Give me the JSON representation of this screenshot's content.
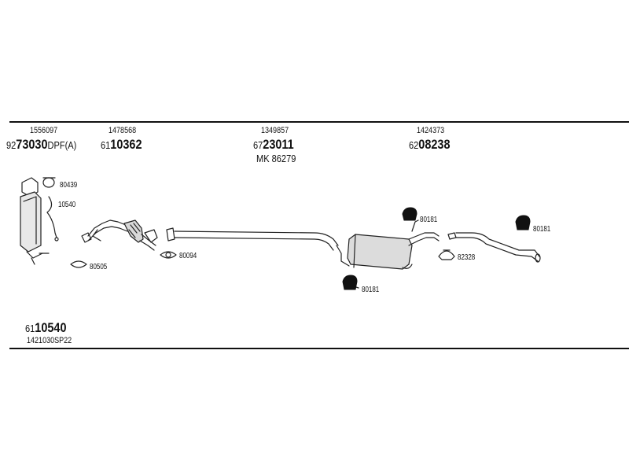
{
  "header": {
    "groups": [
      {
        "ref": "1556097",
        "prefix": "92",
        "main": "73030",
        "suffix": "DPF(A)"
      },
      {
        "ref": "1478568",
        "prefix": "61",
        "main": "10362",
        "suffix": ""
      },
      {
        "ref": "1349857",
        "prefix": "67",
        "main": "23011",
        "suffix": "",
        "kit": "MK  86279"
      },
      {
        "ref": "1424373",
        "prefix": "62",
        "main": "08238",
        "suffix": ""
      }
    ]
  },
  "callouts": {
    "c80439": "80439",
    "c10540": "10540",
    "c80505": "80505",
    "c80094": "80094",
    "c80181a": "80181",
    "c80181b": "80181",
    "c80181c": "80181",
    "c82328": "82328"
  },
  "footer": {
    "prefix": "61",
    "main": "10540",
    "code": "1421030SP22"
  }
}
